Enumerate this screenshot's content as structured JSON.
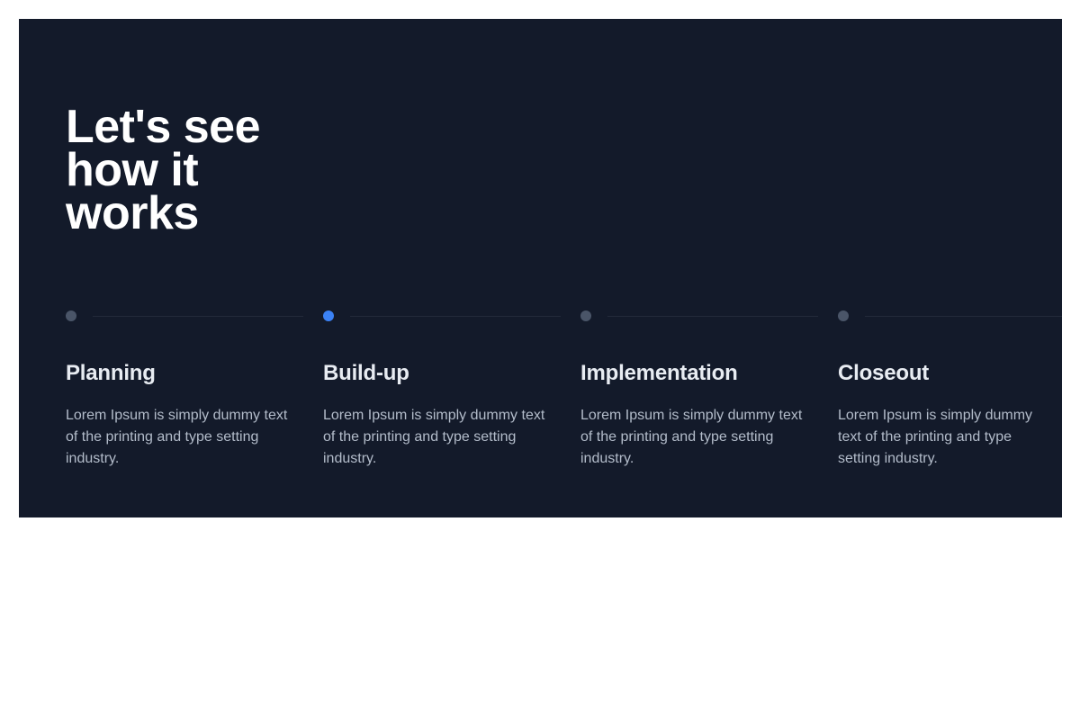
{
  "theme": {
    "page_background": "#ffffff",
    "panel_background": "#131a2a",
    "accent": "#3b82f6",
    "inactive_dot": "#4a5568",
    "connector_line": "#394152",
    "heading_color": "#ffffff",
    "step_title_color": "#e8ecf2",
    "body_text_color": "#b3bcca"
  },
  "hero": {
    "title": "Let's see\nhow it\nworks"
  },
  "steps": [
    {
      "index": "1",
      "title": "Planning",
      "text": "Lorem Ipsum is simply dummy text of the printing and type setting industry.",
      "state": "inactive",
      "dot_color": "#4a5568"
    },
    {
      "index": "2",
      "title": "Build-up",
      "text": "Lorem Ipsum is simply dummy text of the printing and type setting industry.",
      "state": "active",
      "dot_color": "#3b82f6"
    },
    {
      "index": "3",
      "title": "Implementation",
      "text": "Lorem Ipsum is simply dummy text of the printing and type setting industry.",
      "state": "inactive",
      "dot_color": "#4a5568"
    },
    {
      "index": "4",
      "title": "Closeout",
      "text": "Lorem Ipsum is simply dummy text of the printing and type setting industry.",
      "state": "inactive",
      "dot_color": "#4a5568"
    }
  ]
}
